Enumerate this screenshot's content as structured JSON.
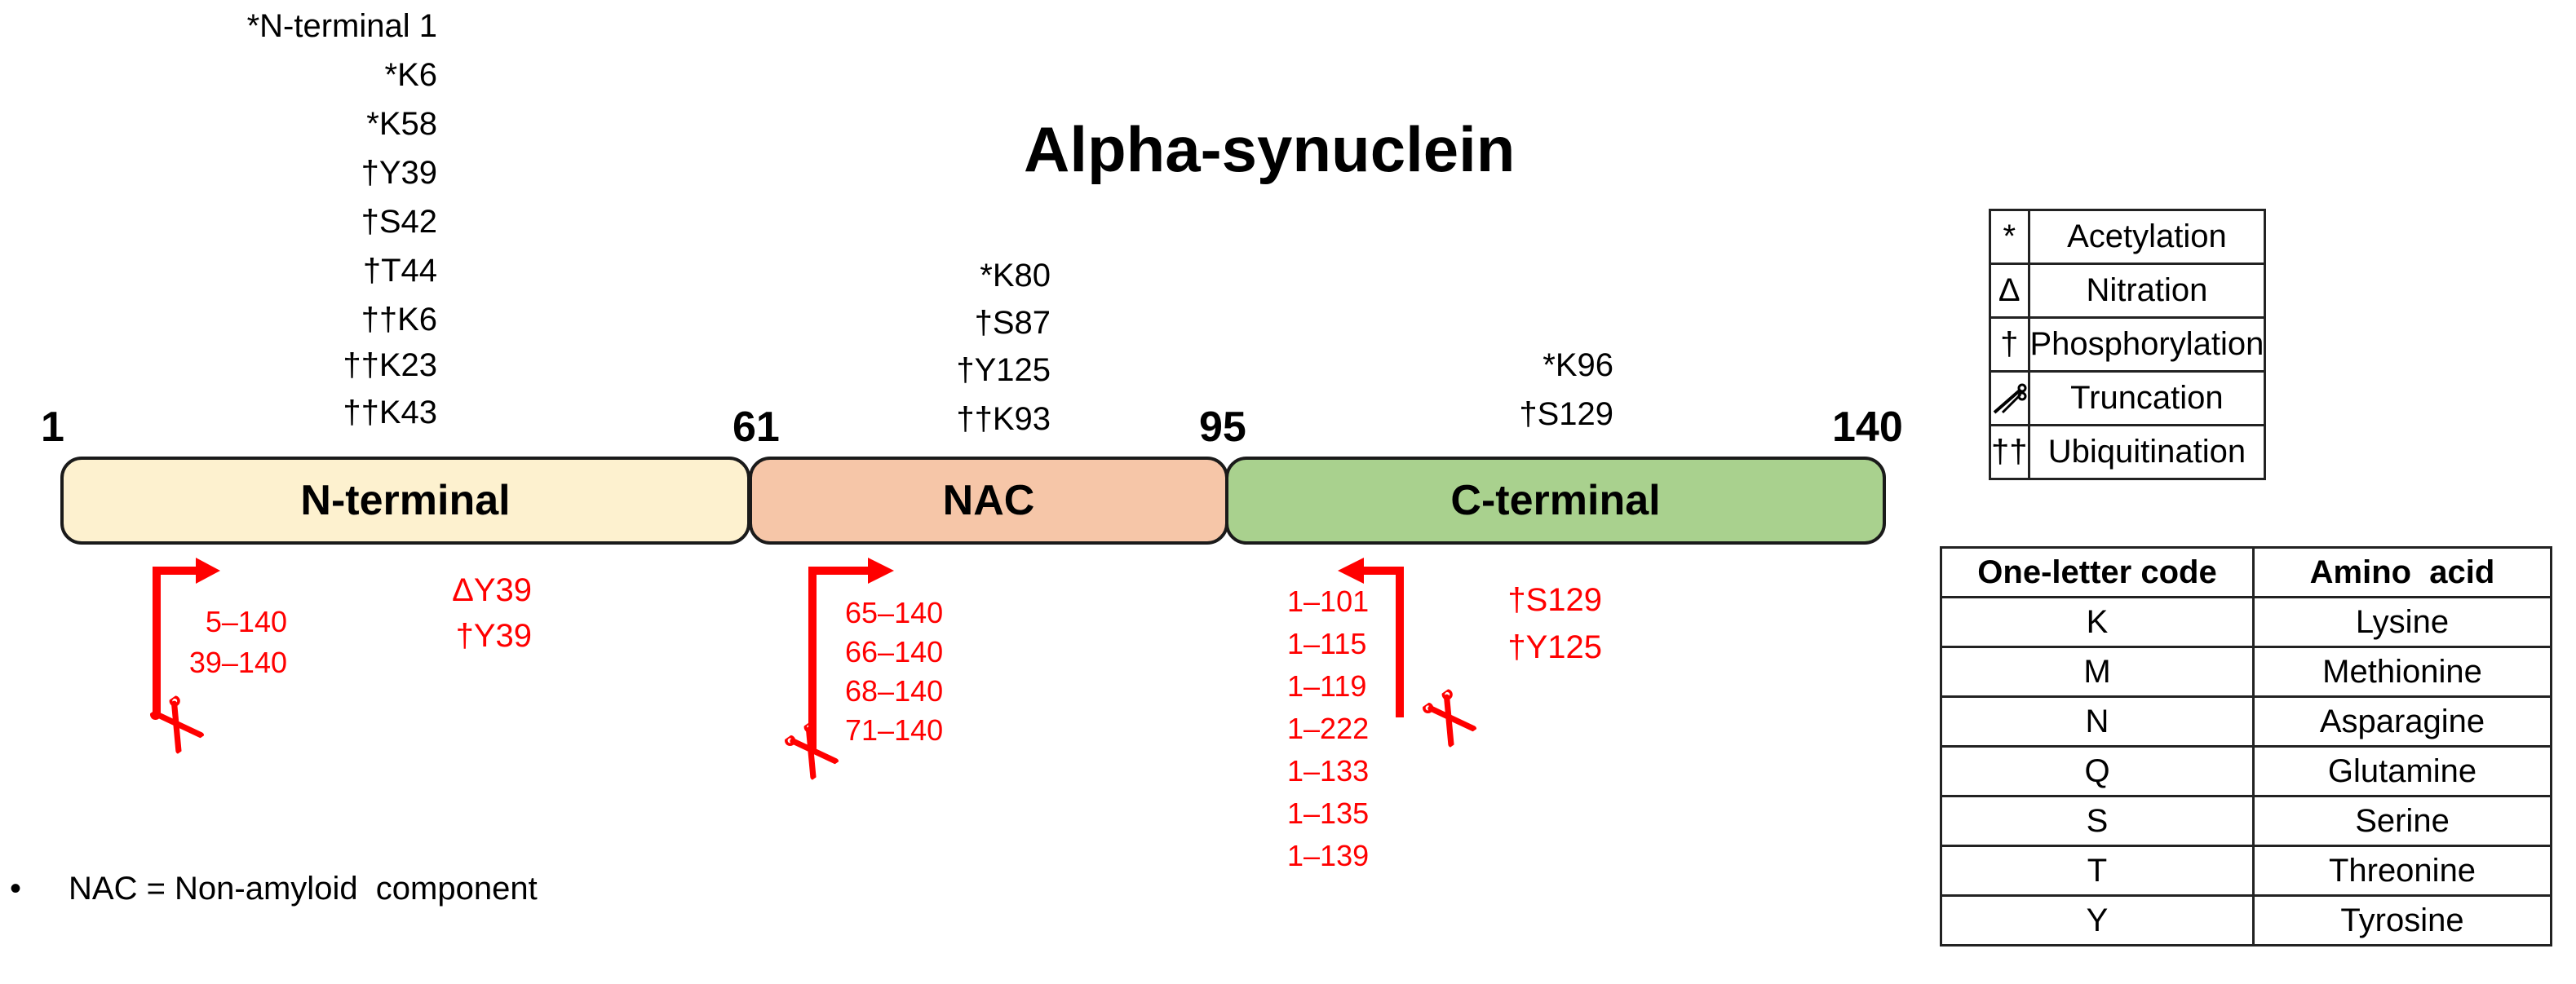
{
  "title": "Alpha-synuclein",
  "positions": [
    "1",
    "61",
    "95",
    "140"
  ],
  "domains": {
    "n": "N-terminal",
    "nac": "NAC",
    "c": "C-terminal"
  },
  "mods_n": [
    "*N-terminal 1",
    "*K6",
    "*K58",
    "†Y39",
    "†S42",
    "†T44",
    "††K6",
    "††K23",
    "††K43"
  ],
  "mods_nac": [
    "*K80",
    "†S87",
    "†Y125",
    "††K93"
  ],
  "mods_c": [
    "*K96",
    "†S129"
  ],
  "below_n_mods": [
    "ΔY39",
    "†Y39"
  ],
  "below_c_mods": [
    "†S129",
    "†Y125"
  ],
  "trunc_n": [
    "5–140",
    "39–140"
  ],
  "trunc_nac": [
    "65–140",
    "66–140",
    "68–140",
    "71–140"
  ],
  "trunc_c": [
    "1–101",
    "1–115",
    "1–119",
    "1–222",
    "1–133",
    "1–135",
    "1–139"
  ],
  "footnote_bullet": "•",
  "footnote": "NAC = Non-amyloid  component",
  "legend_mods": [
    {
      "symbol": "*",
      "label": "Acetylation"
    },
    {
      "symbol": "Δ",
      "label": "Nitration"
    },
    {
      "symbol": "†",
      "label": "Phosphorylation"
    },
    {
      "symbol": "",
      "label": "Truncation",
      "icon": "scissors-icon"
    },
    {
      "symbol": "††",
      "label": "Ubiquitination"
    }
  ],
  "aa_header": [
    "One-letter code",
    "Amino  acid"
  ],
  "aa_rows": [
    [
      "K",
      "Lysine"
    ],
    [
      "M",
      "Methionine"
    ],
    [
      "N",
      "Asparagine"
    ],
    [
      "Q",
      "Glutamine"
    ],
    [
      "S",
      "Serine"
    ],
    [
      "T",
      "Threonine"
    ],
    [
      "Y",
      "Tyrosine"
    ]
  ],
  "colors": {
    "n_terminal": "#fdf1cf",
    "nac": "#f6c6a8",
    "c_terminal": "#a9d18e",
    "annotation_red": "#ff0000"
  }
}
